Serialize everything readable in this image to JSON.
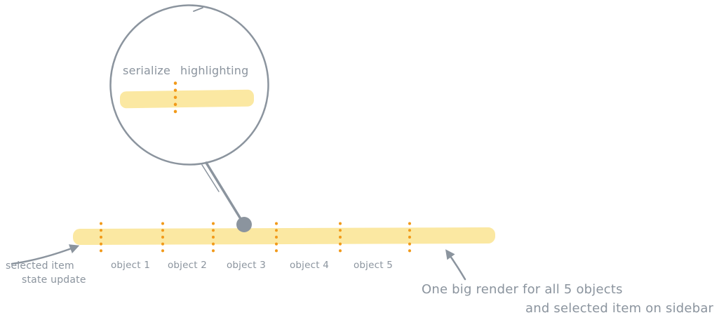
{
  "diagram": {
    "magnifier": {
      "phase_left": "serialize",
      "phase_right": "highlighting"
    },
    "timeline": {
      "objects": [
        "object 1",
        "object 2",
        "object 3",
        "object 4",
        "object 5"
      ]
    },
    "notes": {
      "selected_item_line1": "selected item",
      "selected_item_line2": "state update",
      "render_line1": "One big render for all 5 objects",
      "render_line2": "and selected item on sidebar"
    }
  },
  "colors": {
    "ink_gray": "#8b949e",
    "highlight_yellow": "#fbe8a2",
    "tick_orange": "#f19a1a"
  }
}
